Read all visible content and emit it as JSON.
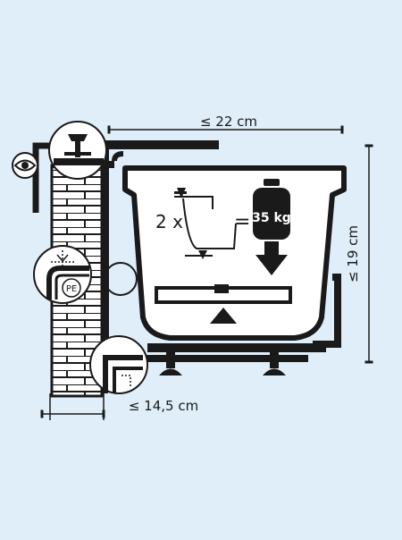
{
  "colors": {
    "background": "#dfeef8",
    "ink": "#1a1a1a",
    "paper": "#ffffff"
  },
  "labels": {
    "width_max": "≤ 22 cm",
    "height_max": "≤ 19 cm",
    "wall_gap_max": "≤ 14,5 cm",
    "load_multiplier": "2 x",
    "equals": "=",
    "weight": "35 kg",
    "material": "PE"
  },
  "icons": {
    "eye": "eye-icon",
    "weight": "weight-icon",
    "arrow": "arrow-down-icon",
    "level": "spirit-level-icon",
    "bracket": "bracket-icon"
  }
}
